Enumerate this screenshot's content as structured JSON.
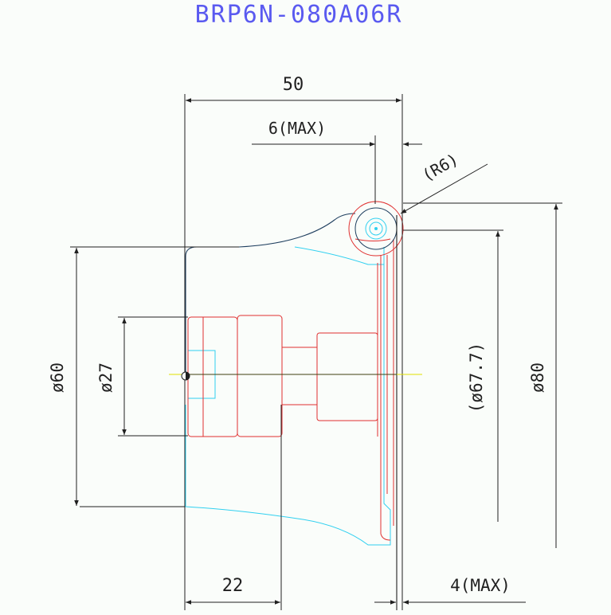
{
  "title": "BRP6N-080A06R",
  "colors": {
    "background": "#fafdfa",
    "title": "#5a5af0",
    "dimension": "#202020",
    "body_outline": "#1f3f5f",
    "insert_red": "#e03030",
    "holder_cyan": "#30d0f0",
    "centerline": "#e0e000"
  },
  "dimensions": {
    "overall_length": "50",
    "insert_protrusion": "6(MAX)",
    "insert_radius": "(R6)",
    "body_diameter": "ø60",
    "bore_diameter": "ø27",
    "effective_diameter": "(ø67.7)",
    "cutting_diameter": "ø80",
    "hub_length": "22",
    "face_clearance": "4(MAX)"
  }
}
